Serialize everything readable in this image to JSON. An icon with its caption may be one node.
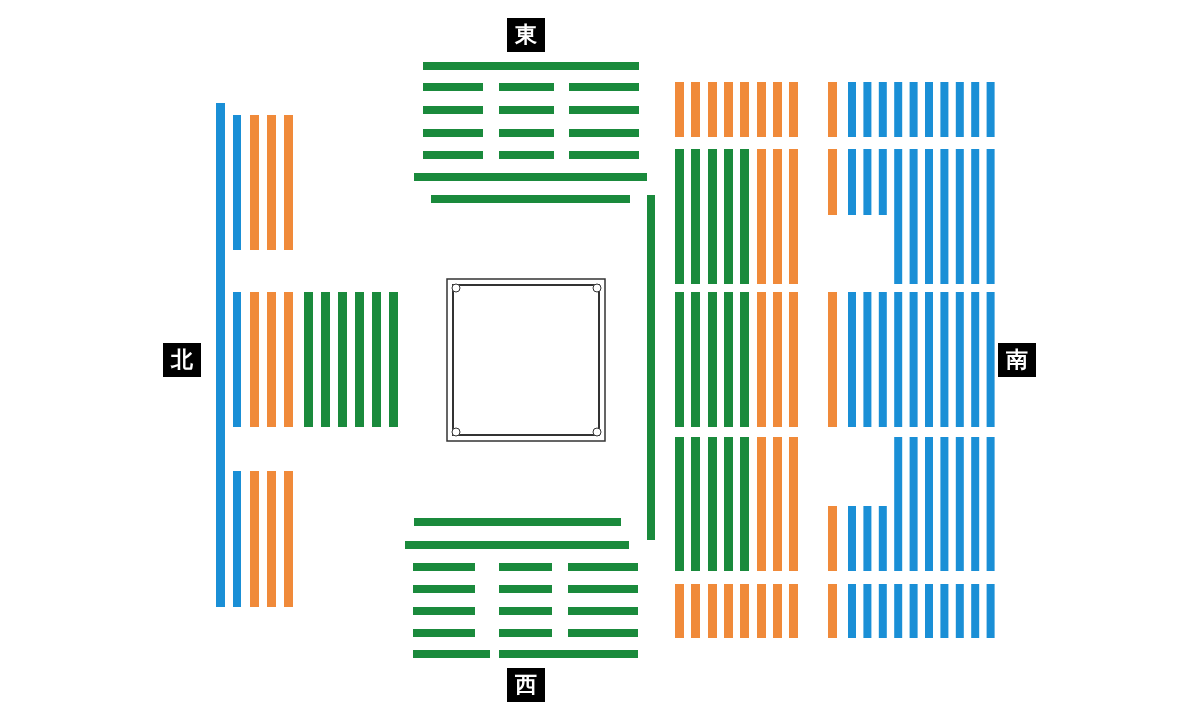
{
  "diagram": {
    "labels": [
      "東",
      "北",
      "南",
      "西"
    ]
  }
}
